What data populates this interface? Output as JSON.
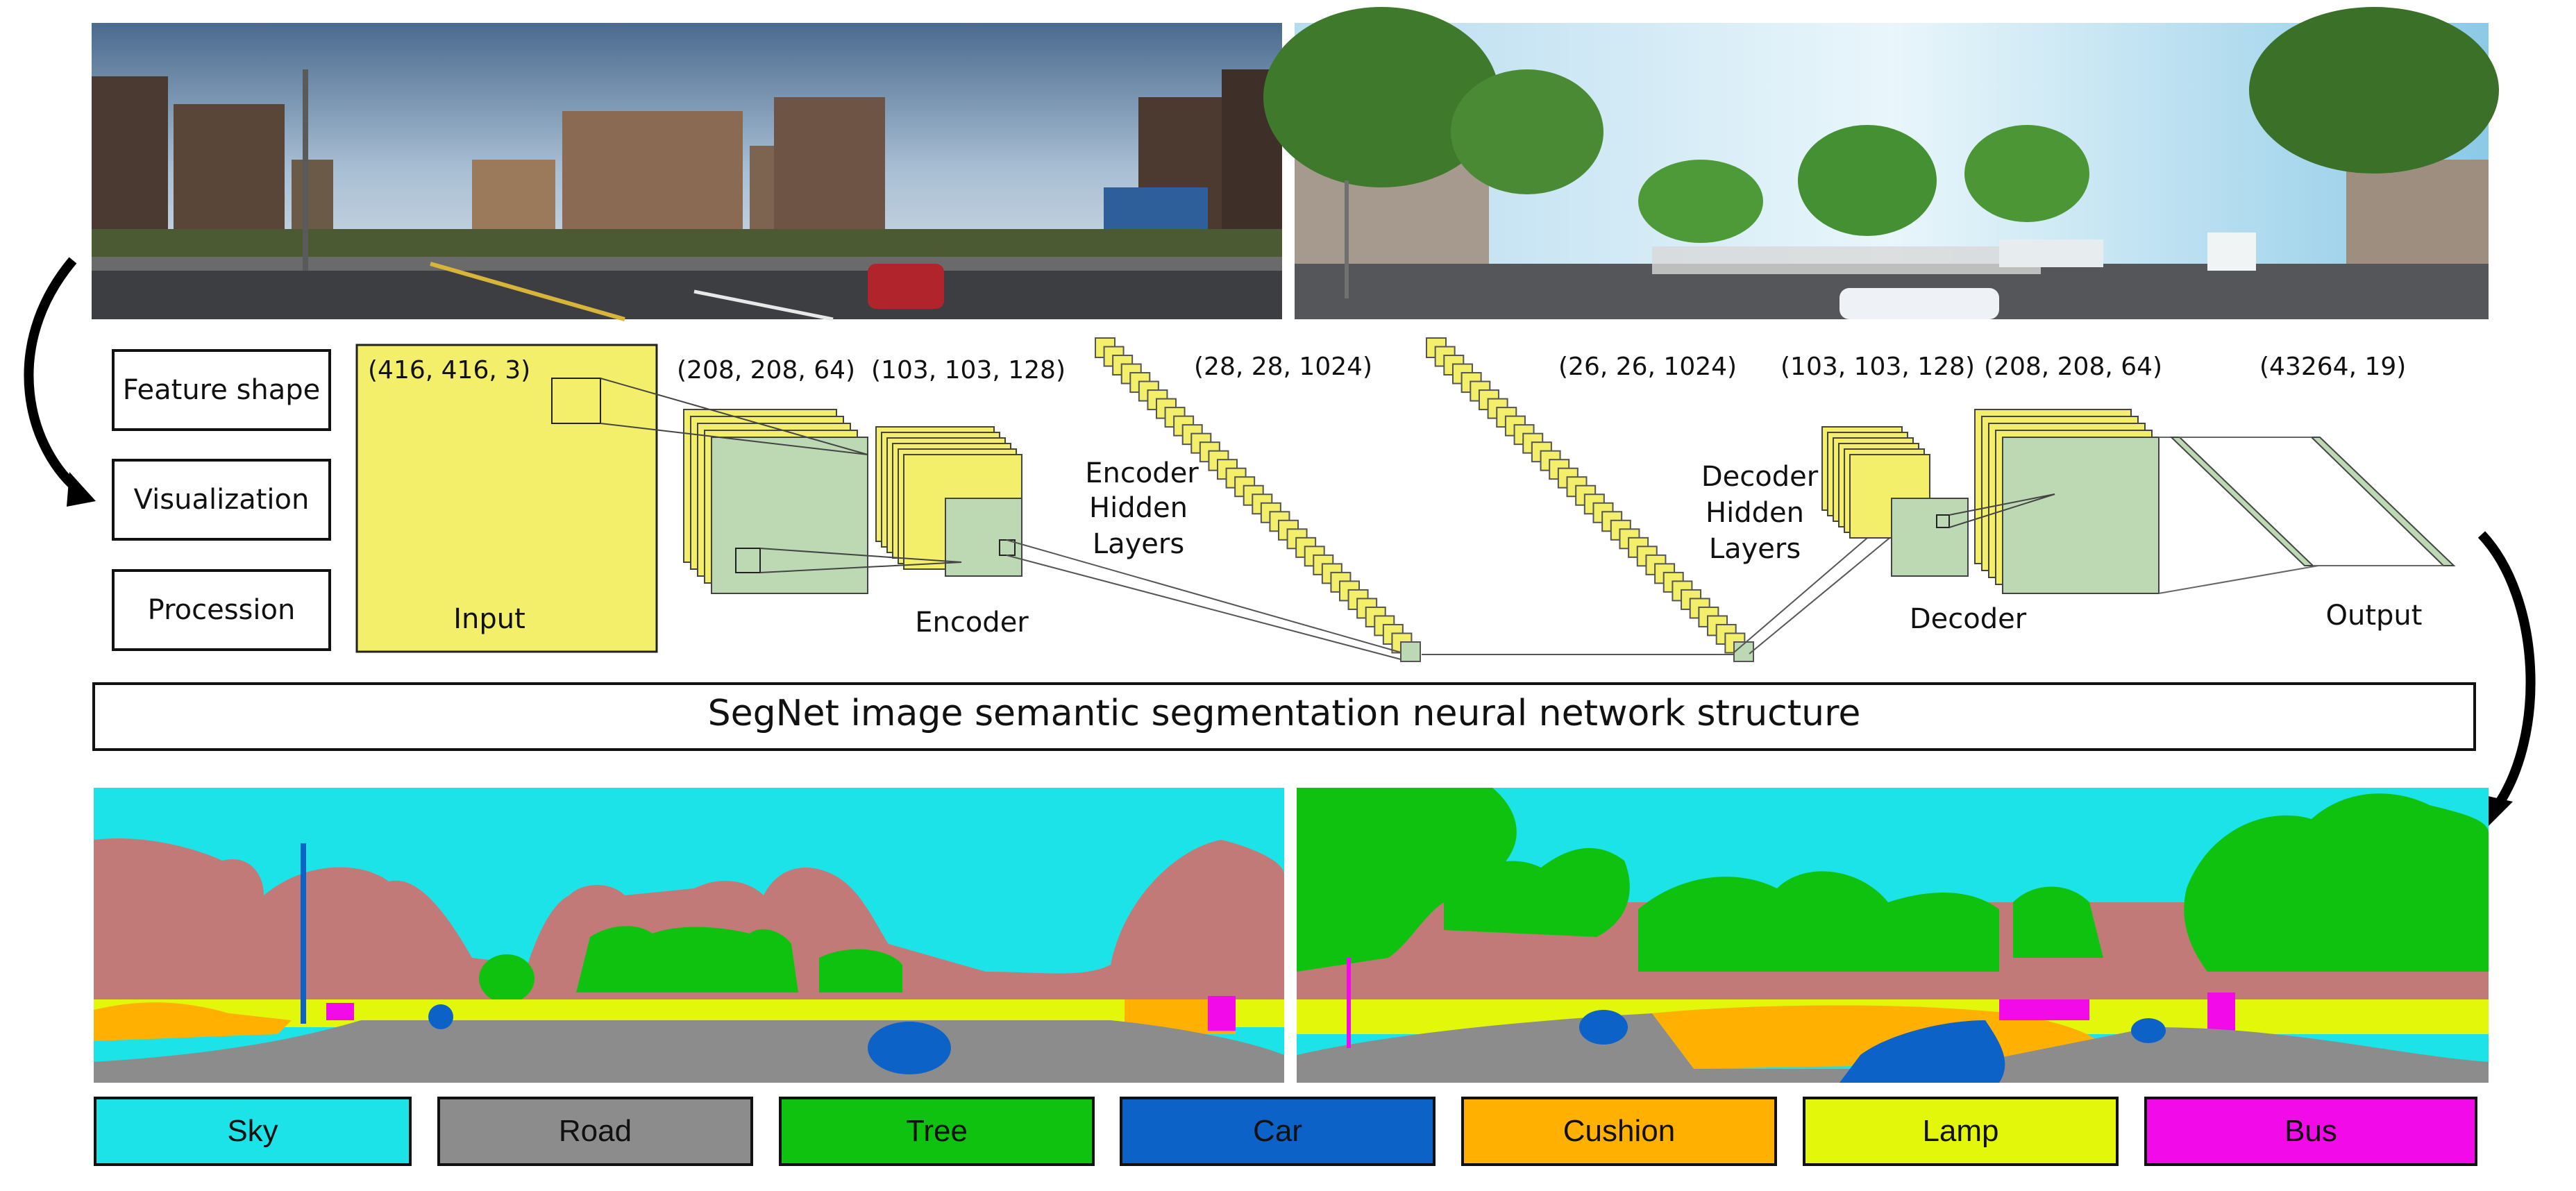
{
  "photos": {
    "left": {
      "description": "Urban street panorama with apartment buildings under construction"
    },
    "right": {
      "description": "Tree-lined street panorama with bus and cars"
    }
  },
  "row_labels": [
    "Feature shape",
    "Visualization",
    "Procession"
  ],
  "shapes": {
    "input": "(416, 416, 3)",
    "enc1": "(208, 208, 64)",
    "enc2": "(103, 103, 128)",
    "enc_hidden": "(28, 28, 1024)",
    "dec_hidden": "(26, 26, 1024)",
    "dec2": "(103, 103, 128)",
    "dec1": "(208, 208, 64)",
    "output": "(43264, 19)"
  },
  "stage_labels": {
    "input": "Input",
    "encoder": "Encoder",
    "encoder_hidden": [
      "Encoder",
      "Hidden",
      "Layers"
    ],
    "decoder_hidden": [
      "Decoder",
      "Hidden",
      "Layers"
    ],
    "decoder": "Decoder",
    "output": "Output"
  },
  "title": "SegNet image semantic segmentation neural network structure",
  "colors": {
    "sky": "#1ce3e8",
    "road": "#8c8c8c",
    "tree": "#10c210",
    "car": "#0d62c8",
    "cushion": "#ffb000",
    "lamp": "#e2f70a",
    "bus": "#f20ae9",
    "building": "#c27a78",
    "feature_yellow": "#f3ef6a",
    "feature_green": "#bcd9b4"
  },
  "legend": [
    {
      "label": "Sky",
      "color": "#1ce3e8"
    },
    {
      "label": "Road",
      "color": "#8c8c8c"
    },
    {
      "label": "Tree",
      "color": "#10c210"
    },
    {
      "label": "Car",
      "color": "#0d62c8"
    },
    {
      "label": "Cushion",
      "color": "#ffb000"
    },
    {
      "label": "Lamp",
      "color": "#e2f70a"
    },
    {
      "label": "Bus",
      "color": "#f20ae9"
    }
  ]
}
